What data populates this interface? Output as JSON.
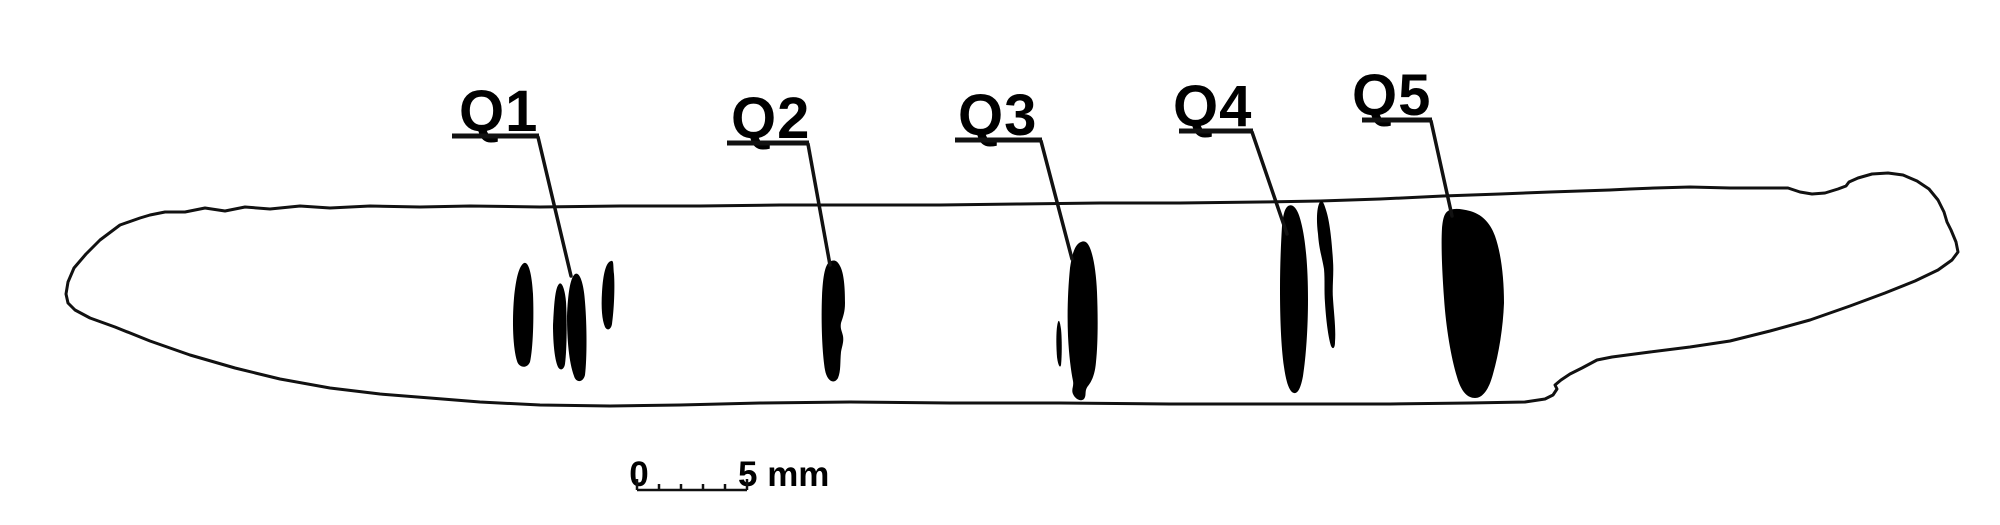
{
  "figure": {
    "background_color": "#ffffff",
    "ink_color": "#000000",
    "labels": [
      {
        "text": "Q1",
        "marks_in_group": 4
      },
      {
        "text": "Q2",
        "marks_in_group": 1
      },
      {
        "text": "Q3",
        "marks_in_group": 2
      },
      {
        "text": "Q4",
        "marks_in_group": 2
      },
      {
        "text": "Q5",
        "marks_in_group": 1
      }
    ],
    "scale_bar": {
      "zero_label": "0",
      "end_label": "5 mm",
      "tick_count": 6
    }
  }
}
